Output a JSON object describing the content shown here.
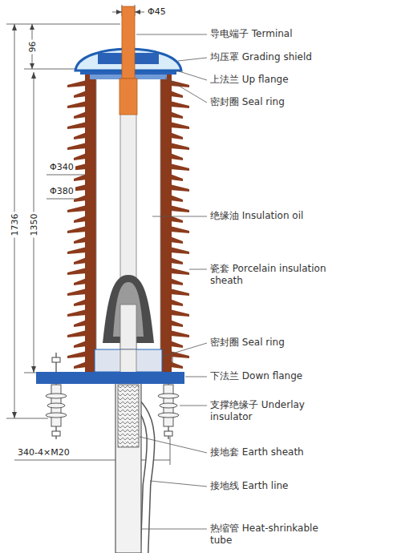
{
  "diagram": {
    "labels": [
      "Φ45",
      "96",
      "1736",
      "1350",
      "Φ340",
      "Φ380",
      "340-4×M20",
      "导电端子 Terminal",
      "均压罩 Grading shield",
      "上法兰 Up flange",
      "密封圈 Seal ring",
      "绝缘油 Insulation oil",
      "瓷套 Porcelain insulation sheath",
      "密封圈 Seal ring",
      "下法兰 Down flange",
      "支撑绝缘子 Underlay insulator",
      "接地套 Earth sheath",
      "接地线 Earth line",
      "热缩管 Heat-shrinkable tube"
    ]
  }
}
